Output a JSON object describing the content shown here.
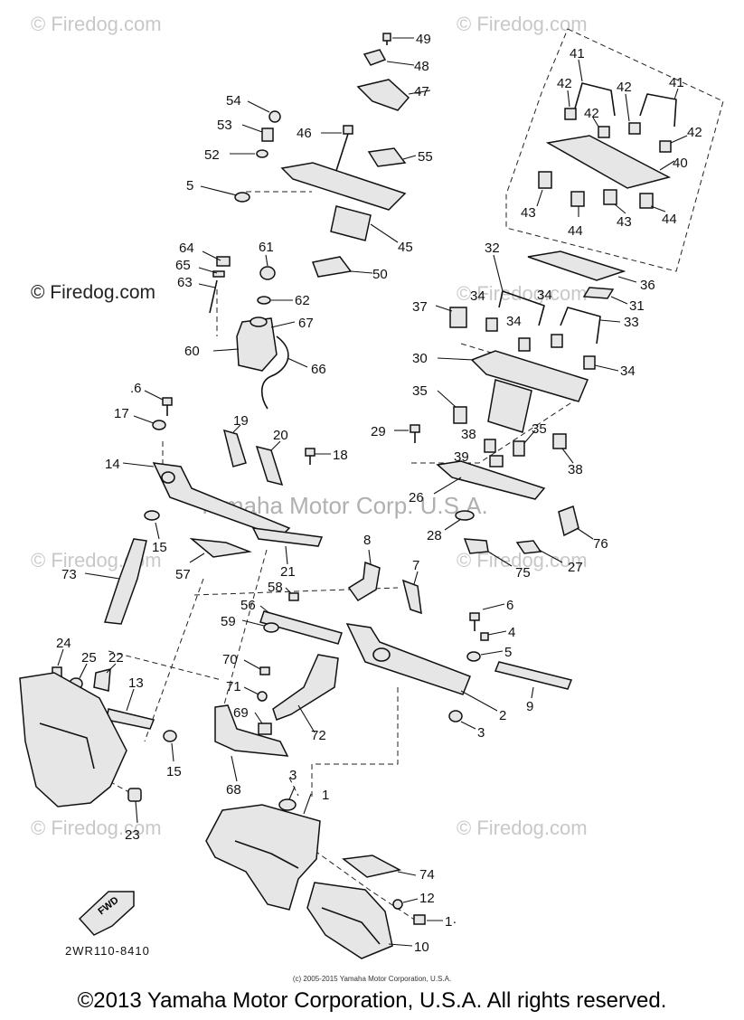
{
  "watermarks": {
    "site": "© Firedog.com",
    "site_dark": "© Firedog.com",
    "center": "Yamaha Motor Corp. U.S.A."
  },
  "fwd_label": "FWD",
  "drawing_code": "2WR110-8410",
  "small_copyright": "(c) 2005-2015 Yamaha Motor Corporation, U.S.A.",
  "footer_copyright": "©2013 Yamaha Motor Corporation, U.S.A. All rights reserved.",
  "callouts": [
    "1",
    "2",
    "3",
    "3",
    "4",
    "5",
    "5",
    "6",
    ".6",
    "7",
    "8",
    "9",
    "10",
    "1·",
    "12",
    "13",
    "14",
    "15",
    "15",
    "17",
    "18",
    "19",
    "20",
    "21",
    "22",
    "23",
    "24",
    "25",
    "26",
    "27",
    "28",
    "29",
    "30",
    "31",
    "32",
    "33",
    "34",
    "34",
    "34",
    "34",
    "35",
    "35",
    "36",
    "37",
    "38",
    "38",
    "39",
    "40",
    "41",
    "41",
    "42",
    "42",
    "42",
    "42",
    "43",
    "43",
    "44",
    "44",
    "45",
    "46",
    "47",
    "48",
    "49",
    "50",
    "52",
    "53",
    "54",
    "55",
    "56",
    "57",
    "58",
    "59",
    "60",
    "61",
    "62",
    "63",
    "64",
    "65",
    "66",
    "67",
    "68",
    "69",
    "70",
    "71",
    "72",
    "73",
    "74",
    "75",
    "76"
  ]
}
